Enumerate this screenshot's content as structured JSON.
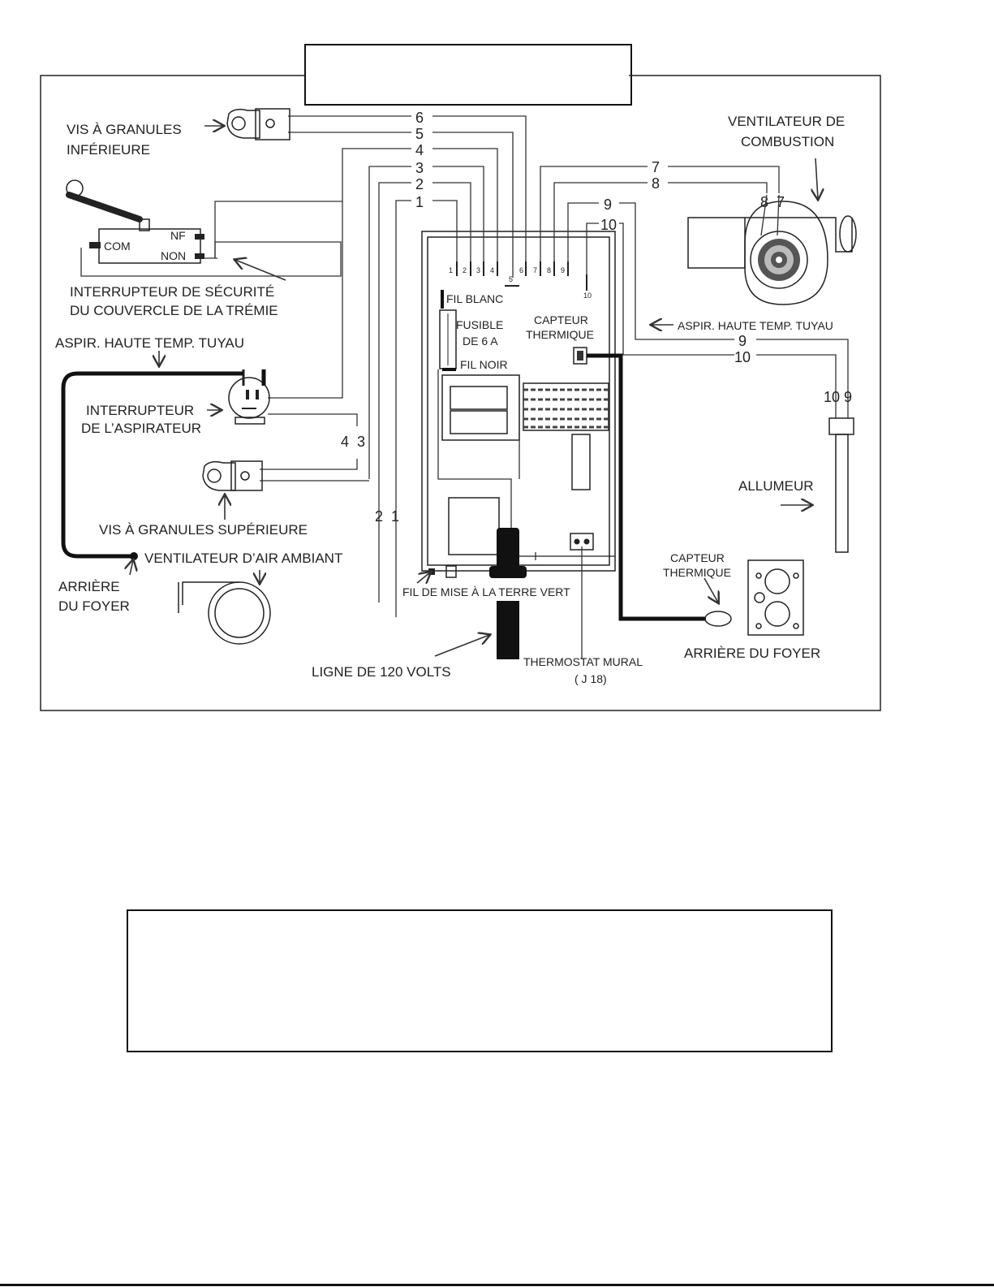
{
  "labels": {
    "lower_auger": [
      "VIS À GRANULES",
      "INFÉRIEURE"
    ],
    "combustion_fan": [
      "VENTILATEUR DE",
      "COMBUSTION"
    ],
    "hopper_switch": [
      "INTERRUPTEUR DE SÉCURITÉ",
      "DU COUVERCLE DE LA TRÉMIE"
    ],
    "switch_com": "COM",
    "switch_nf": "NF",
    "switch_non": "NON",
    "vacuum_hose_left": "ASPIR. HAUTE TEMP. TUYAU",
    "vacuum_hose_right": "ASPIR. HAUTE TEMP. TUYAU",
    "vacuum_switch": [
      "INTERRUPTEUR",
      "DE L’ASPIRATEUR"
    ],
    "upper_auger": "VIS À GRANULES SUPÉRIEURE",
    "room_fan": "VENTILATEUR D’AIR AMBIANT",
    "back_left": [
      "ARRIÈRE",
      "DU FOYER"
    ],
    "back_right": "ARRIÈRE DU FOYER",
    "white_wire": "FIL BLANC",
    "fuse": [
      "FUSIBLE",
      "DE 6 A"
    ],
    "black_wire": "FIL NOIR",
    "thermal_sensor_board": [
      "CAPTEUR",
      "THERMIQUE"
    ],
    "thermal_sensor_right": [
      "CAPTEUR",
      "THERMIQUE"
    ],
    "igniter": "ALLUMEUR",
    "ground_wire": "FIL DE MISE À LA TERRE VERT",
    "line_120v": "LIGNE DE 120 VOLTS",
    "thermostat": [
      "THERMOSTAT MURAL",
      "( J 18)"
    ]
  },
  "wire_numbers": {
    "w6": "6",
    "w5": "5",
    "w4": "4",
    "w3": "3",
    "w2": "2",
    "w1": "1",
    "w7": "7",
    "w8": "8",
    "w9": "9",
    "w10": "10",
    "fan_8": "8",
    "fan_7": "7",
    "right_9": "9",
    "right_10": "10",
    "igniter_pair": "10 9",
    "vac_4": "4",
    "vac_3": "3",
    "room_2": "2",
    "room_1": "1"
  },
  "terminal_numbers": [
    "1",
    "2",
    "3",
    "4",
    "5",
    "6",
    "7",
    "8",
    "9",
    "10"
  ]
}
